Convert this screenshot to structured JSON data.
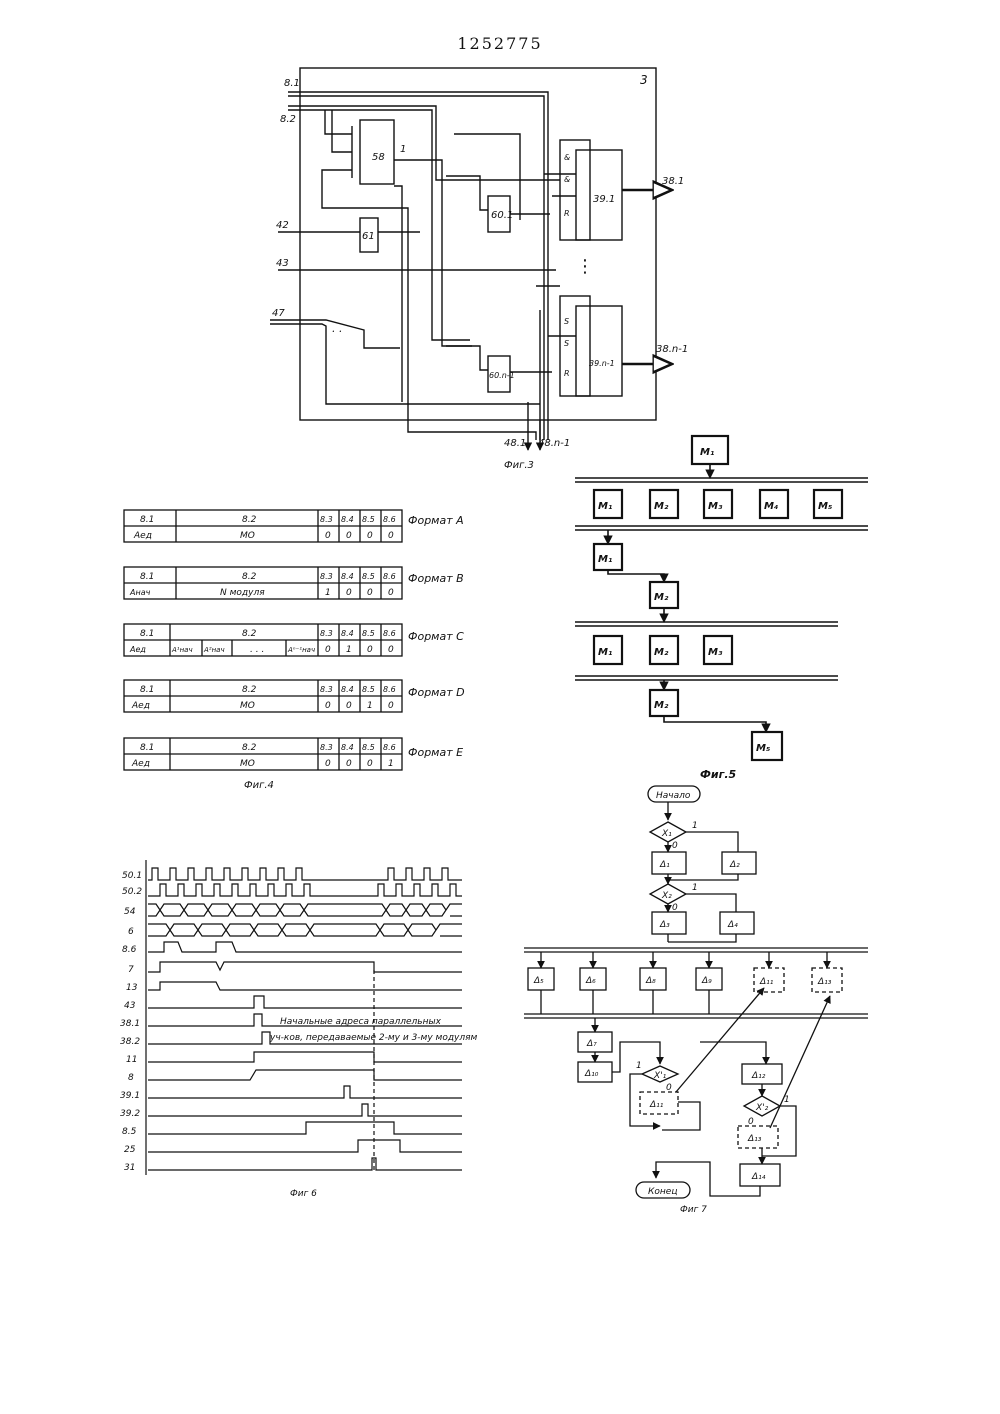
{
  "patent_number": "1252775",
  "fig3": {
    "caption": "Фиг.3",
    "corner_label": "3",
    "inputs": [
      "8.1",
      "8.2",
      "42",
      "43",
      "47"
    ],
    "blocks": [
      "58",
      "61",
      "60.1",
      "60.n-1",
      "39.1",
      "39.n-1"
    ],
    "block_58_out": "1",
    "outputs_right": [
      "38.1",
      "38.n-1"
    ],
    "outputs_bottom": [
      "48.1",
      "48.n-1"
    ],
    "port_marks_top": [
      "&",
      "&",
      "R"
    ],
    "port_marks_bottom": [
      "S",
      "S",
      "R"
    ],
    "ellipsis": "⋮",
    "dots": ". ."
  },
  "fig4": {
    "caption": "Фиг.4",
    "formats": [
      {
        "name": "Формат A",
        "head": [
          "8.1",
          "8.2",
          "8.3",
          "8.4",
          "8.5",
          "8.6"
        ],
        "row": [
          "Aед",
          "МО",
          "0",
          "0",
          "0",
          "0"
        ]
      },
      {
        "name": "Формат B",
        "head": [
          "8.1",
          "8.2",
          "8.3",
          "8.4",
          "8.5",
          "8.6"
        ],
        "row": [
          "Aнач",
          "N модуля",
          "1",
          "0",
          "0",
          "0"
        ]
      },
      {
        "name": "Формат C",
        "head": [
          "8.1",
          "8.2",
          "8.3",
          "8.4",
          "8.5",
          "8.6"
        ],
        "row": [
          "Aед",
          "A¹нач",
          "A²нач",
          ". . .",
          "Aⁿ⁻¹нач",
          "0",
          "1",
          "0",
          "0"
        ]
      },
      {
        "name": "Формат D",
        "head": [
          "8.1",
          "8.2",
          "8.3",
          "8.4",
          "8.5",
          "8.6"
        ],
        "row": [
          "Aед",
          "МО",
          "0",
          "0",
          "1",
          "0"
        ]
      },
      {
        "name": "Формат E",
        "head": [
          "8.1",
          "8.2",
          "8.3",
          "8.4",
          "8.5",
          "8.6"
        ],
        "row": [
          "Aед",
          "МО",
          "0",
          "0",
          "0",
          "1"
        ]
      }
    ]
  },
  "fig5": {
    "caption": "Фиг.5",
    "top": "M₁",
    "row1": [
      "M₁",
      "M₂",
      "M₃",
      "M₄",
      "M₅"
    ],
    "seq1": [
      "M₁",
      "M₂"
    ],
    "row2": [
      "M₁",
      "M₂",
      "M₃"
    ],
    "seq2": [
      "M₂",
      "M₅"
    ]
  },
  "fig6": {
    "caption": "Фиг 6",
    "signals": [
      "50.1",
      "50.2",
      "54",
      "6",
      "8.6",
      "7",
      "13",
      "43",
      "38.1",
      "38.2",
      "11",
      "8",
      "39.1",
      "39.2",
      "8.5",
      "25",
      "31"
    ],
    "annotation_line1": "Начальные адреса параллельных",
    "annotation_line2": "уч-ков, передаваемые 2-му и 3-му модулям"
  },
  "fig7": {
    "caption": "Фиг 7",
    "start": "Начало",
    "end": "Конец",
    "cond1": "X₁",
    "cond2": "X₂",
    "cond3": "X'₁",
    "cond4": "X'₂",
    "branch_one": "1",
    "branch_zero": "0",
    "blocks_top": [
      "Δ₁",
      "Δ₂",
      "Δ₃",
      "Δ₄"
    ],
    "parallel": [
      "Δ₅",
      "Δ₆",
      "Δ₈",
      "Δ₉",
      "Δ₁₁",
      "Δ₁₃"
    ],
    "left_chain": [
      "Δ₇",
      "Δ₁₀",
      "Δ₁₁"
    ],
    "right_chain": [
      "Δ₁₂",
      "Δ₁₃",
      "Δ₁₄"
    ]
  }
}
